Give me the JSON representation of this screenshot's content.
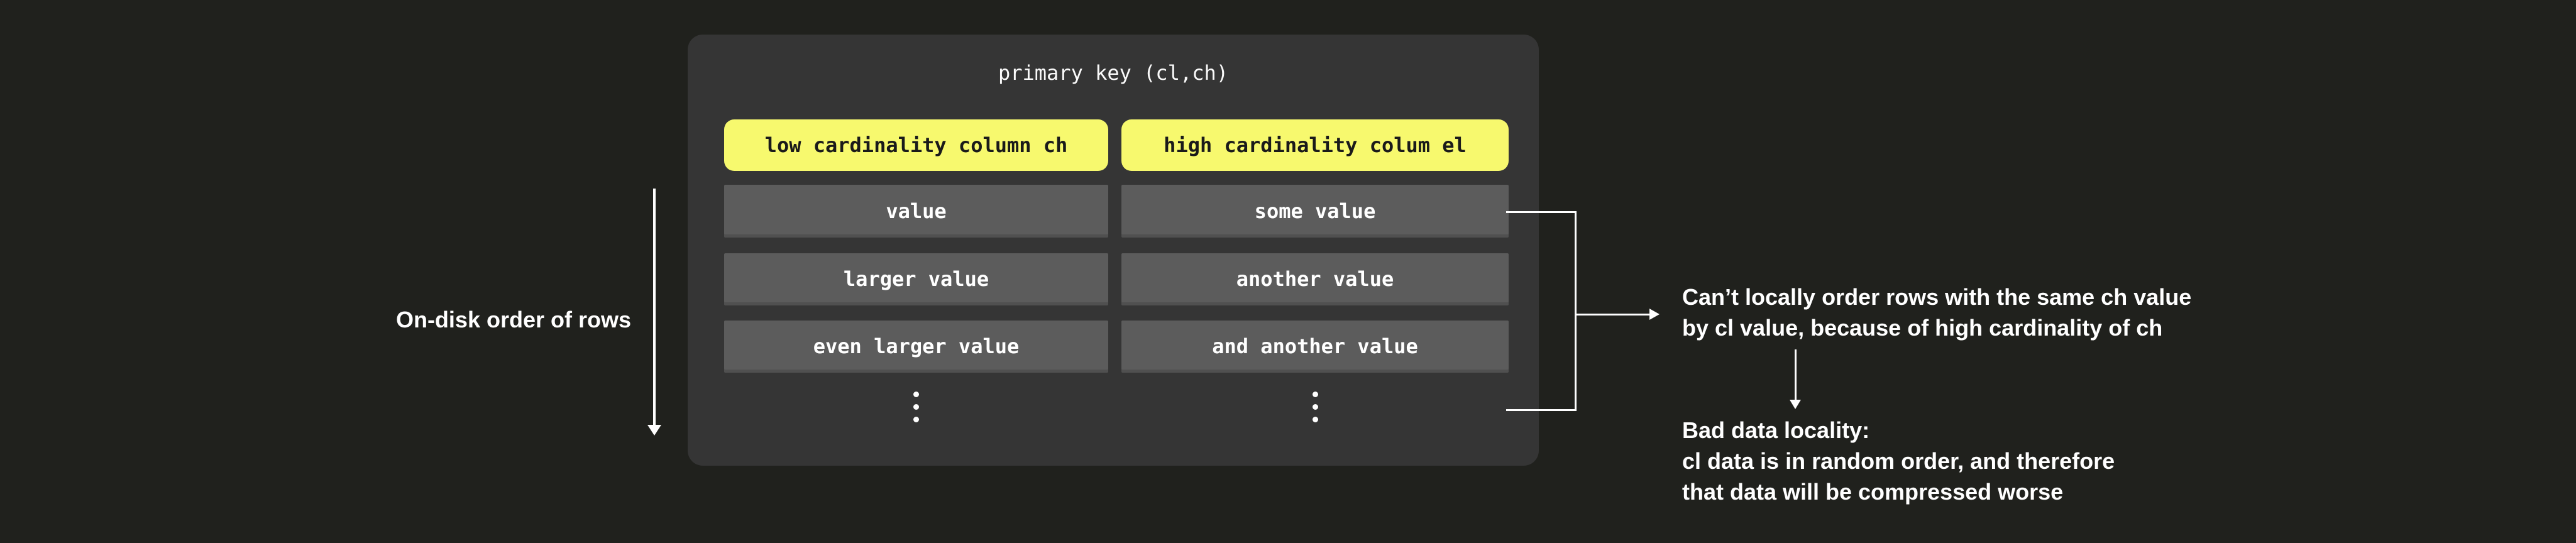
{
  "colors": {
    "background": "#20211d",
    "panel": "#353535",
    "row_box": "#5c5c5c",
    "highlight_yellow": "#f7f96e",
    "text_light": "#ffffff",
    "text_dark": "#1a1a1a"
  },
  "panel": {
    "title": "primary key (cl,ch)"
  },
  "columns": [
    {
      "header": "low cardinality column ch",
      "rows": [
        "value",
        "larger value",
        "even larger value"
      ]
    },
    {
      "header": "high cardinality colum el",
      "rows": [
        "some value",
        "another value",
        "and another value"
      ]
    }
  ],
  "left_annotation": {
    "label": "On-disk order of rows"
  },
  "right_annotations": {
    "note1_line1": "Can’t locally order rows with the same ch value",
    "note1_line2": "by cl value, because of high cardinality of ch",
    "note2_line1": "Bad data locality:",
    "note2_line2": "cl data is in random order, and therefore",
    "note2_line3": "that data will be compressed worse"
  }
}
